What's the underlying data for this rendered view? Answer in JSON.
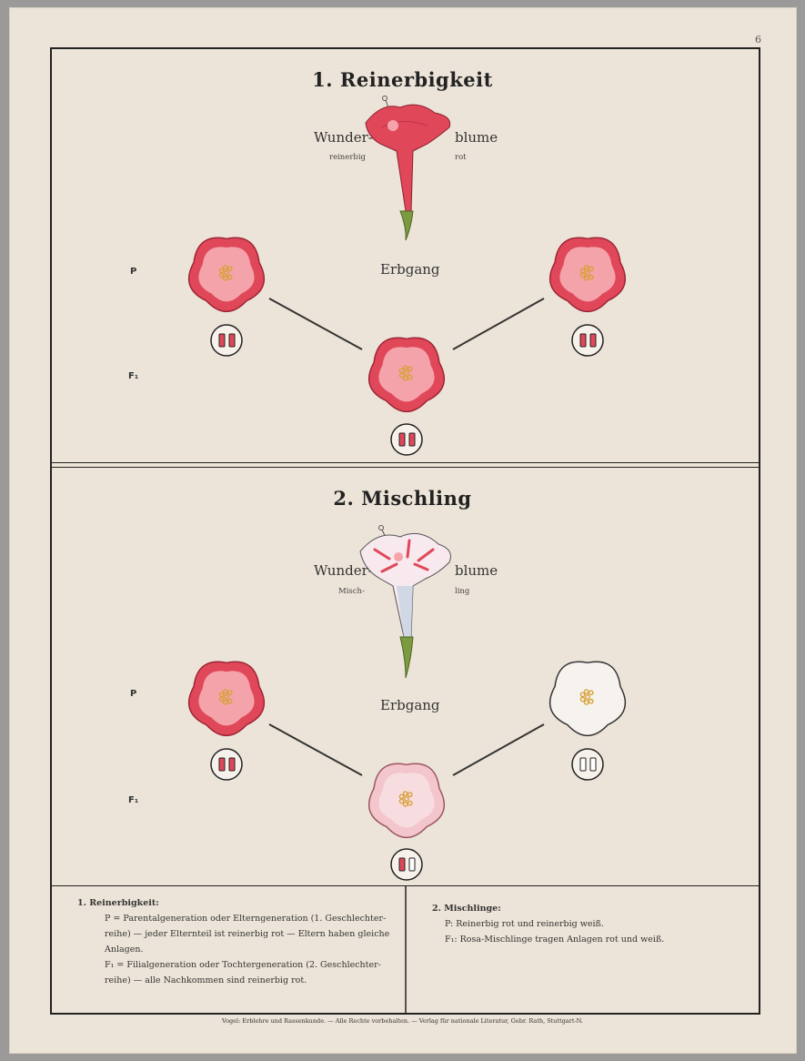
{
  "page_number": "6",
  "section1": {
    "title": "1. Reinerbigkeit",
    "flower_label_left": "Wunder-",
    "flower_label_right": "blume",
    "sub_left": "reinerbig",
    "sub_right": "rot",
    "erbgang": "Erbgang",
    "gen_p": "P",
    "gen_f1": "F₁"
  },
  "section2": {
    "title": "2. Mischling",
    "flower_label_left": "Wunder-",
    "flower_label_right": "blume",
    "sub_left": "Misch-",
    "sub_right": "ling",
    "erbgang": "Erbgang",
    "gen_p": "P",
    "gen_f1": "F₁"
  },
  "colors": {
    "red_outer": "#e0485a",
    "red_inner": "#f4a3ab",
    "pink_outer": "#f2c6cc",
    "pink_inner": "#f8dde0",
    "white": "#f6f3ee",
    "stamen": "#d9a13a"
  },
  "legend": {
    "left": {
      "heading": "1. Reinerbigkeit:",
      "line1": "P = Parentalgeneration oder Elterngeneration (1. Geschlechter-",
      "line2": "reihe) — jeder Elternteil ist reinerbig rot — Eltern haben gleiche",
      "line3": "Anlagen.",
      "line4": "F₁ = Filialgeneration oder Tochtergeneration (2. Geschlechter-",
      "line5": "reihe) — alle Nachkommen sind reinerbig rot."
    },
    "right": {
      "heading": "2. Mischlinge:",
      "line1": "P: Reinerbig rot und reinerbig weiß.",
      "line2": "F₁: Rosa-Mischlinge tragen Anlagen rot und weiß."
    }
  },
  "footer": "Vogel: Erblehre und Rassenkunde. — Alle Rechte vorbehalten. — Verlag für nationale Literatur, Gebr. Rath, Stuttgart-N."
}
